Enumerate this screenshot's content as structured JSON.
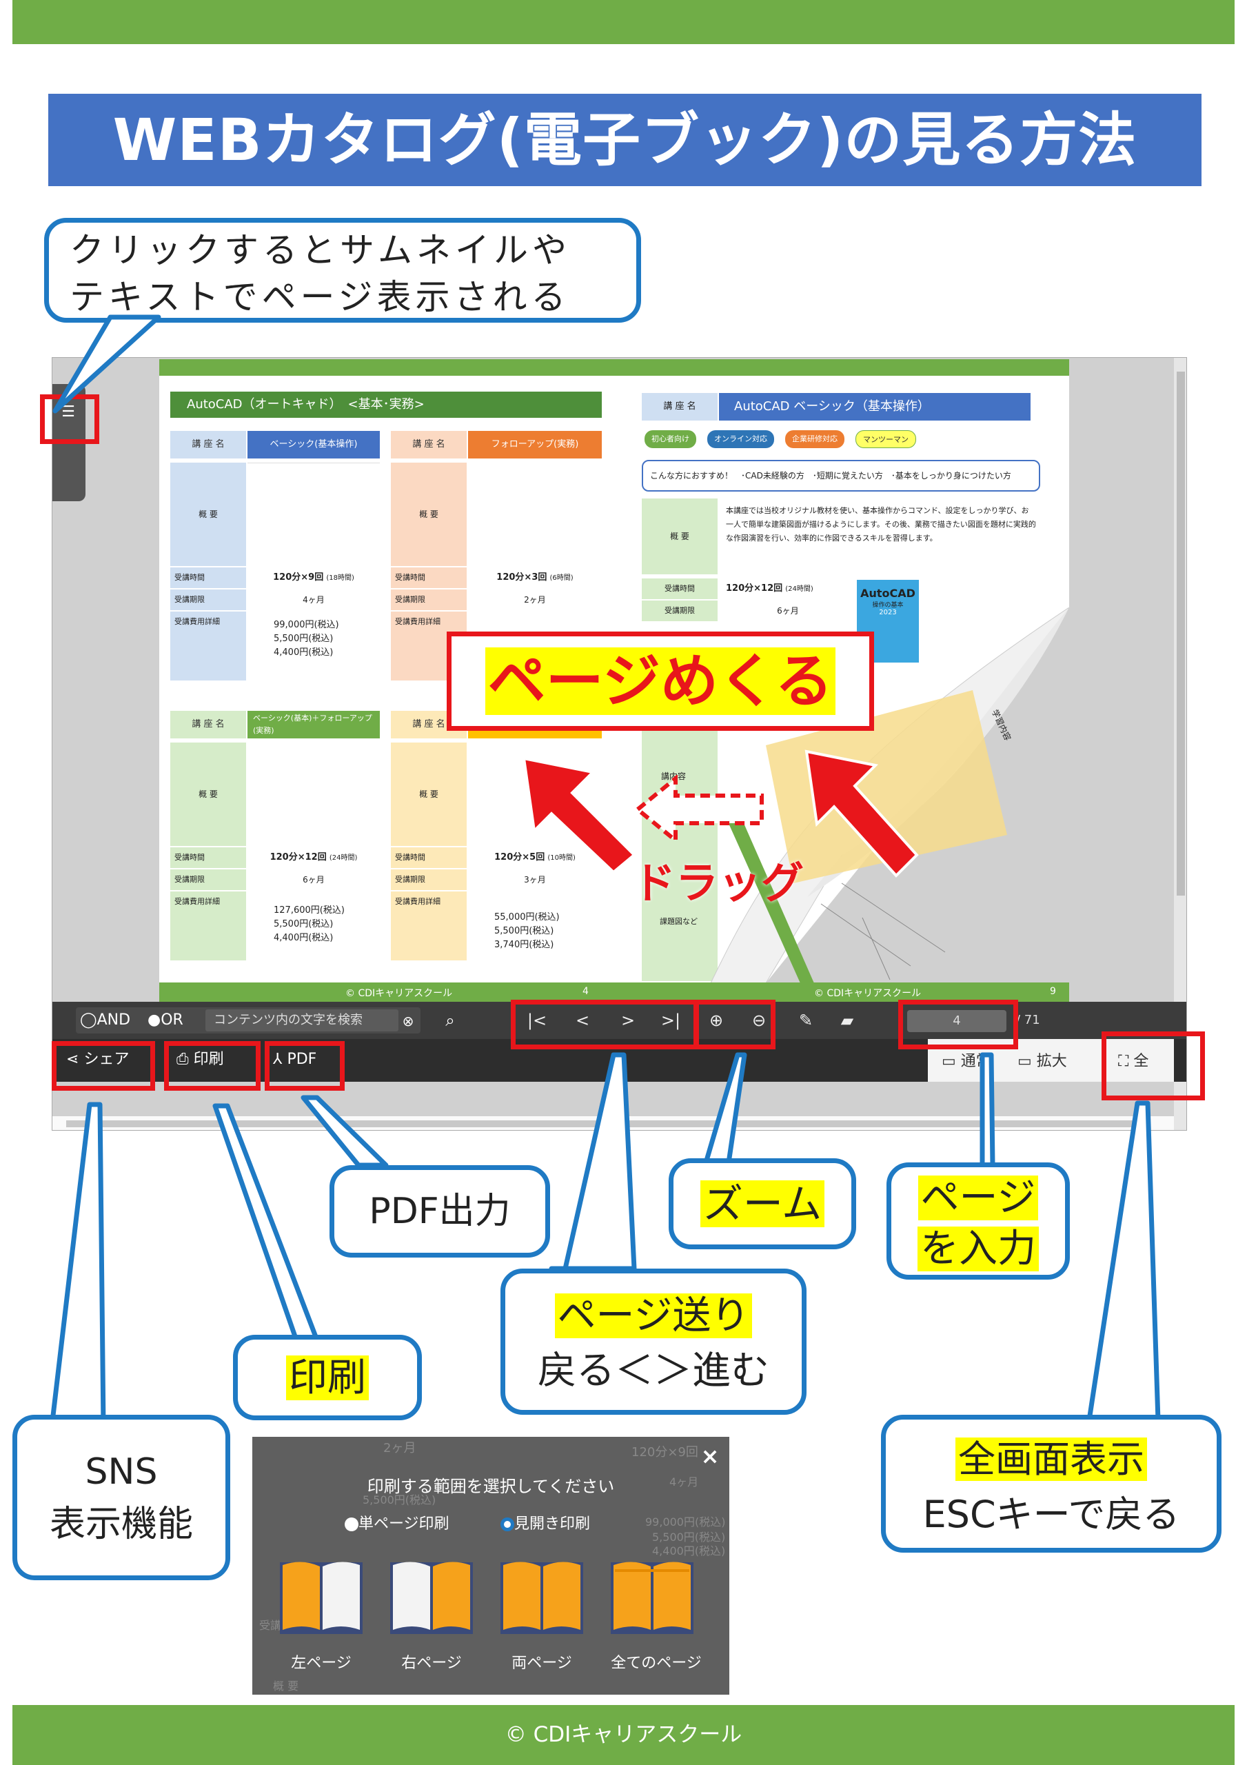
{
  "title": "WEBカタログ(電子ブック)の見る方法",
  "footer": "© CDIキャリアスクール",
  "callouts": {
    "sidebar_line1": "クリックするとサムネイルや",
    "sidebar_line2": "テキストでページ表示される",
    "pdf": "PDF出力",
    "zoom": "ズーム",
    "page_input_line1": "ページ",
    "page_input_line2": "を入力",
    "page_nav_line1": "ページ送り",
    "page_nav_line2": "戻る＜＞進む",
    "print": "印刷",
    "sns_line1": "SNS",
    "sns_line2": "表示機能",
    "fullscreen_line1": "全画面表示",
    "fullscreen_line2": "ESCキーで戻る",
    "page_flip": "ページめくる",
    "drag": "ドラッグ"
  },
  "viewer": {
    "left_page": {
      "header": "AutoCAD（オートキャド）　<基本･実務>",
      "courses": [
        {
          "label": "講 座 名",
          "name": "ベーシック(基本操作)",
          "time": "120分×9回",
          "time_note": "(18時間)",
          "period": "4ヶ月",
          "fee": "99,000円(税込)",
          "entry": "5,500円(税込)",
          "material": "4,400円(税込)"
        },
        {
          "label": "講 座 名",
          "name": "フォローアップ(実務)",
          "time": "120分×3回",
          "time_note": "(6時間)",
          "period": "2ヶ月"
        },
        {
          "label": "講 座 名",
          "name": "ベーシック(基本)＋フォローアップ(実務)",
          "time": "120分×12回",
          "time_note": "(24時間)",
          "period": "6ヶ月",
          "fee": "127,600円(税込)",
          "entry": "5,500円(税込)",
          "material": "4,400円(税込)"
        },
        {
          "label": "講 座 名",
          "time": "120分×5回",
          "time_note": "(10時間)",
          "period": "3ヶ月",
          "fee": "55,000円(税込)",
          "entry": "5,500円(税込)",
          "material": "3,740円(税込)"
        }
      ],
      "row_labels": {
        "summary": "概 要",
        "time": "受講時間",
        "period": "受講期限",
        "fee": "受講費用詳細"
      },
      "footer_text": "© CDIキャリアスクール",
      "page_number": "4"
    },
    "right_page": {
      "label": "講 座 名",
      "header": "AutoCAD ベーシック（基本操作）",
      "tags": [
        "初心者向け",
        "オンライン対応",
        "企業研修対応",
        "マンツーマン"
      ],
      "recommend": "こんな方におすすめ！　･CAD未経験の方　･短期に覚えたい方　･基本をしっかり身につけたい方",
      "summary_label": "概 要",
      "summary": "本講座では当校オリジナル教材を使い、基本操作からコマンド、設定をしっかり学び、お一人で簡単な建築図面が描けるようにします。その後、業務で描きたい図面を題材に実践的な作図演習を行い、効率的に作図できるスキルを習得します。",
      "time_label": "受講時間",
      "time": "120分×12回",
      "time_note": "(24時間)",
      "period_label": "受講期限",
      "period": "6ヶ月",
      "book_title": "AutoCAD",
      "book_sub": "操作の基本",
      "book_year": "2023",
      "content_label": "講内容",
      "drawing_label": "課題図など",
      "curl_label": "学習内容",
      "footer_text": "© CDIキャリアスクール",
      "page_number": "9"
    },
    "toolbar": {
      "and": "AND",
      "or": "OR",
      "search_placeholder": "コンテンツ内の文字を検索",
      "current_page": "4",
      "total_pages": "/ 71",
      "share": "シェア",
      "print": "印刷",
      "pdf": "PDF",
      "normal": "通常",
      "enlarge": "拡大",
      "full": "全"
    }
  },
  "print_dialog": {
    "title": "印刷する範囲を選択してください",
    "single": "単ページ印刷",
    "spread": "見開き印刷",
    "spread_selected": true,
    "options": [
      "左ページ",
      "右ページ",
      "両ページ",
      "全てのページ"
    ],
    "bg_texts": [
      "2ヶ月",
      "120分×9回",
      "4ヶ月",
      "99,000円(税込)",
      "5,500円(税込)",
      "4,400円(税込)",
      "5,500円(税込)",
      "受講費用詳細",
      "概 要"
    ]
  },
  "colors": {
    "green": "#70ad47",
    "blue_banner": "#4472c4",
    "callout_border": "#1f7ac4",
    "red": "#e8161b",
    "highlight": "#ffff00"
  }
}
